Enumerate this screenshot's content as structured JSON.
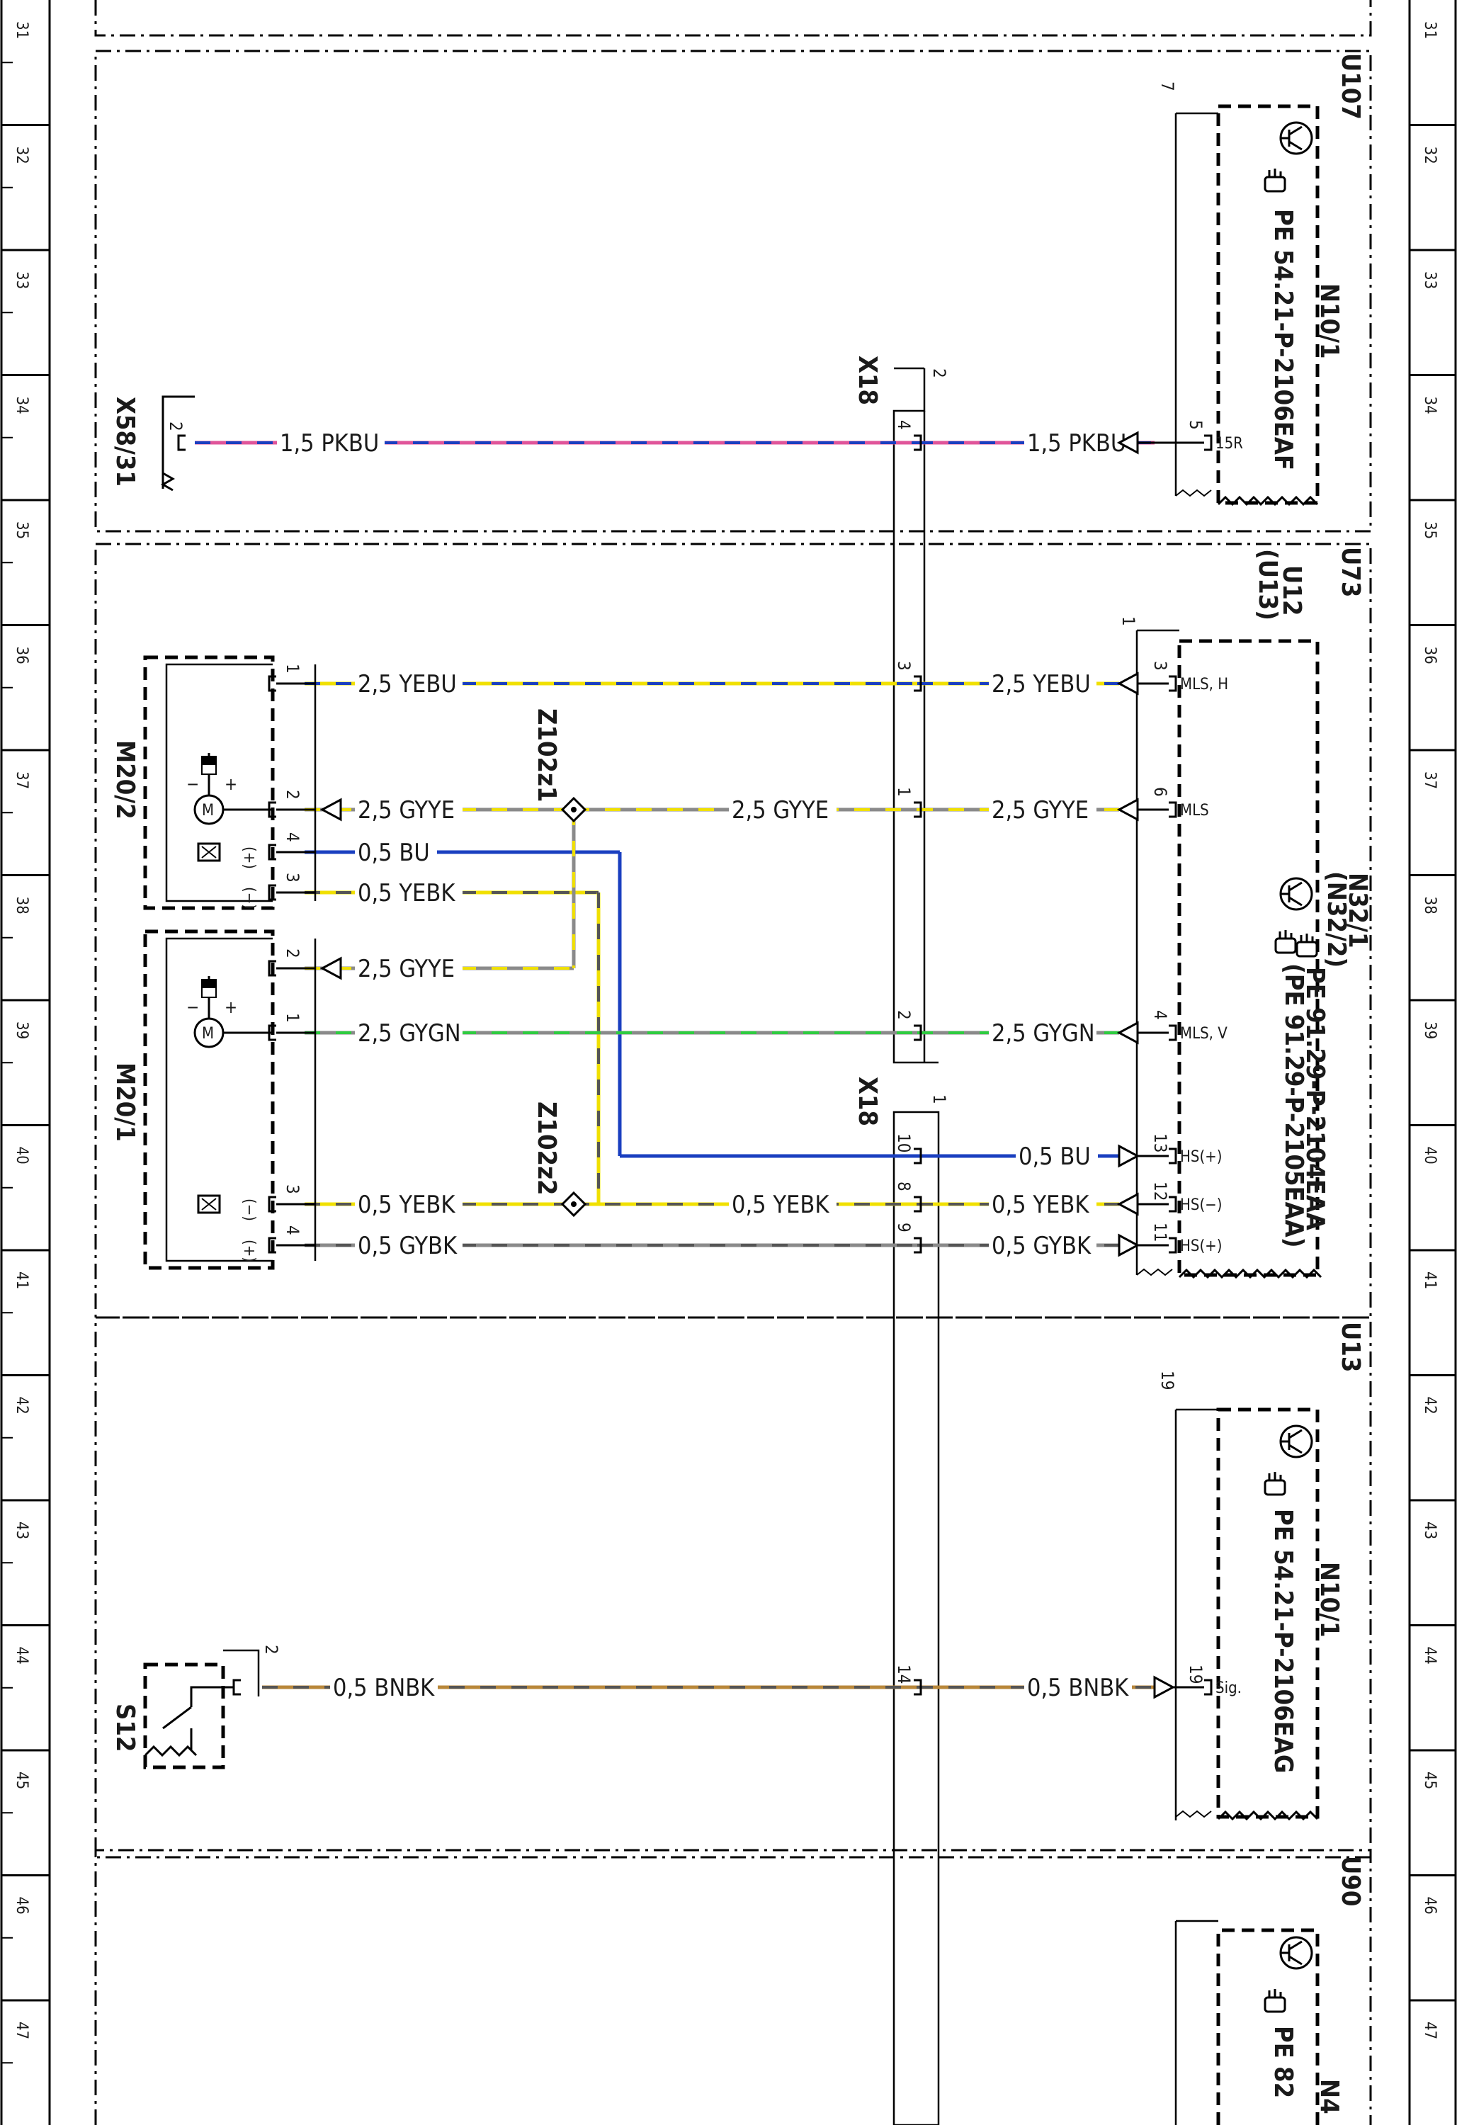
{
  "diagram": {
    "ruler_numbers": [
      "31",
      "32",
      "33",
      "34",
      "35",
      "36",
      "37",
      "38",
      "39",
      "40",
      "41",
      "42",
      "43",
      "44",
      "45",
      "46",
      "47"
    ],
    "frames": [
      {
        "id": "U107",
        "label": "U107"
      },
      {
        "id": "U73",
        "label": "U73"
      },
      {
        "id": "U13",
        "label": "U13"
      },
      {
        "id": "U90",
        "label": "U90"
      }
    ],
    "u73_sub": {
      "line1": "U12",
      "line2": "(U13)"
    },
    "modules": {
      "n10_1_top": {
        "name": "N10/1",
        "ref": "PE 54.21-P-2106EAF",
        "pin_num": "5",
        "pin_label": "15R",
        "bracket_num": "7"
      },
      "n32_1": {
        "name": "N32/1",
        "name_alt": "(N32/2)",
        "ref": "PE 91.29-P-2104EAA",
        "ref_alt": "(PE 91.29-P-2105EAA)",
        "bracket_num": "1"
      },
      "n10_1_bot": {
        "name": "N10/1",
        "ref": "PE 54.21-P-2106EAG",
        "pin_num": "19",
        "pin_label": "Sig.",
        "bracket_num": "19"
      },
      "n4x": {
        "name": "N4",
        "ref": "PE 82"
      }
    },
    "connectors": {
      "x58": {
        "name": "X58/31",
        "pin": "2"
      },
      "x18a": {
        "name": "X18",
        "num": "2"
      },
      "x18b": {
        "name": "X18",
        "num": "1"
      },
      "z1": {
        "name": "Z102z1"
      },
      "z2": {
        "name": "Z102z2"
      }
    },
    "components": {
      "m20_2": {
        "name": "M20/2"
      },
      "m20_1": {
        "name": "M20/1"
      },
      "s12": {
        "name": "S12",
        "pin": "2"
      }
    },
    "n32_pins": [
      {
        "num": "3",
        "label": "MLS, H"
      },
      {
        "num": "6",
        "label": "MLS"
      },
      {
        "num": "4",
        "label": "MLS, V"
      },
      {
        "num": "13",
        "label": "HS(+)"
      },
      {
        "num": "12",
        "label": "HS(−)"
      },
      {
        "num": "11",
        "label": "HS(+)"
      }
    ],
    "x18_pins": [
      "4",
      "3",
      "1",
      "2",
      "10",
      "8",
      "9",
      "14"
    ],
    "motor_pins": {
      "m20_2": [
        "1",
        "2",
        "4",
        "3"
      ],
      "m20_1": [
        "2",
        "1",
        "3",
        "4"
      ],
      "symbols": [
        "(+)",
        "(−)",
        "(−)",
        "(+)"
      ],
      "arrows_minus": "−",
      "arrows_plus": "+"
    },
    "wires": [
      {
        "id": "pkbu_l",
        "label": "1,5 PKBU",
        "colors": [
          "#e0559a",
          "#1a3fc0"
        ]
      },
      {
        "id": "pkbu_r",
        "label": "1,5 PKBU",
        "colors": [
          "#e0559a",
          "#1a3fc0"
        ]
      },
      {
        "id": "yebu_l",
        "label": "2,5 YEBU",
        "colors": [
          "#f0e000",
          "#1a3fc0"
        ]
      },
      {
        "id": "yebu_r",
        "label": "2,5 YEBU",
        "colors": [
          "#f0e000",
          "#1a3fc0"
        ]
      },
      {
        "id": "gyye_l",
        "label": "2,5 GYYE",
        "colors": [
          "#8a8a8a",
          "#f0e000"
        ]
      },
      {
        "id": "gyye_m",
        "label": "2,5 GYYE",
        "colors": [
          "#8a8a8a",
          "#f0e000"
        ]
      },
      {
        "id": "gyye_r",
        "label": "2,5 GYYE",
        "colors": [
          "#8a8a8a",
          "#f0e000"
        ]
      },
      {
        "id": "gyye_2",
        "label": "2,5 GYYE",
        "colors": [
          "#8a8a8a",
          "#f0e000"
        ]
      },
      {
        "id": "bu_l",
        "label": "0,5 BU",
        "colors": [
          "#1a3fc0",
          "#1a3fc0"
        ]
      },
      {
        "id": "bu_r",
        "label": "0,5 BU",
        "colors": [
          "#1a3fc0",
          "#1a3fc0"
        ]
      },
      {
        "id": "yebk_l",
        "label": "0,5 YEBK",
        "colors": [
          "#f0e000",
          "#555555"
        ]
      },
      {
        "id": "yebk_1",
        "label": "0,5 YEBK",
        "colors": [
          "#f0e000",
          "#555555"
        ]
      },
      {
        "id": "yebk_m",
        "label": "0,5 YEBK",
        "colors": [
          "#f0e000",
          "#555555"
        ]
      },
      {
        "id": "yebk_r",
        "label": "0,5 YEBK",
        "colors": [
          "#f0e000",
          "#555555"
        ]
      },
      {
        "id": "gygn_l",
        "label": "2,5 GYGN",
        "colors": [
          "#8a8a8a",
          "#2ecc40"
        ]
      },
      {
        "id": "gygn_r",
        "label": "2,5 GYGN",
        "colors": [
          "#8a8a8a",
          "#2ecc40"
        ]
      },
      {
        "id": "gybk_l",
        "label": "0,5 GYBK",
        "colors": [
          "#8a8a8a",
          "#555555"
        ]
      },
      {
        "id": "gybk_r",
        "label": "0,5 GYBK",
        "colors": [
          "#8a8a8a",
          "#555555"
        ]
      },
      {
        "id": "bnbk_l",
        "label": "0,5 BNBK",
        "colors": [
          "#b8873a",
          "#555555"
        ]
      },
      {
        "id": "bnbk_r",
        "label": "0,5 BNBK",
        "colors": [
          "#b8873a",
          "#555555"
        ]
      }
    ]
  }
}
